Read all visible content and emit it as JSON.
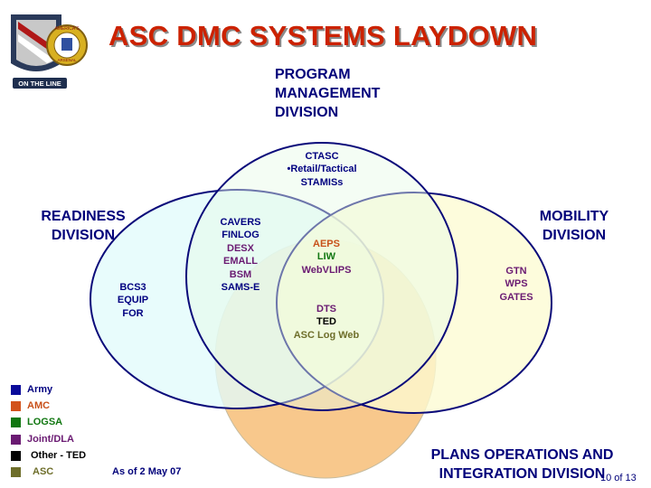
{
  "title": "ASC DMC SYSTEMS LAYDOWN",
  "logo": {
    "banner": "ON THE LINE",
    "ribbon": "AMERICA'S",
    "ribbon2": "ARSENAL"
  },
  "divisions": {
    "program": [
      "PROGRAM",
      "MANAGEMENT",
      "DIVISION"
    ],
    "readiness": [
      "READINESS",
      "DIVISION"
    ],
    "mobility": [
      "MOBILITY",
      "DIVISION"
    ],
    "plans": [
      "PLANS OPERATIONS AND",
      "INTEGRATION DIVISION"
    ]
  },
  "systems": {
    "ctasc": [
      "CTASC",
      "•Retail/Tactical",
      "STAMISs"
    ],
    "cavers": [
      "CAVERS",
      "FINLOG",
      "DESX",
      "EMALL",
      "BSM",
      "SAMS-E"
    ],
    "aeps": [
      "AEPS",
      "LIW",
      "WebVLIPS"
    ],
    "dts": [
      "DTS",
      "TED",
      "ASC Log Web"
    ],
    "gtn": [
      "GTN",
      "WPS",
      "GATES"
    ],
    "bcs3": [
      "BCS3",
      "EQUIP",
      "FOR"
    ]
  },
  "legend": [
    {
      "label": "Army",
      "color": "#0a0a9a"
    },
    {
      "label": "AMC",
      "color": "#d2521c"
    },
    {
      "label": "LOGSA",
      "color": "#117711"
    },
    {
      "label": "Joint/DLA",
      "color": "#6a1a72"
    },
    {
      "label": "Other - TED",
      "color": "#000000"
    },
    {
      "label": "ASC",
      "color": "#6e6e2a"
    }
  ],
  "as_of": "As of 2 May 07",
  "slide_number": "10 of 13",
  "colors": {
    "title": "#cc2200",
    "circle_stroke": "#0a0a7a",
    "program_fill": "#e6fae6",
    "readiness_fill": "#e2fbfb",
    "mobility_fill": "#fdfbd2",
    "plans_fill": "#f8c88c"
  }
}
